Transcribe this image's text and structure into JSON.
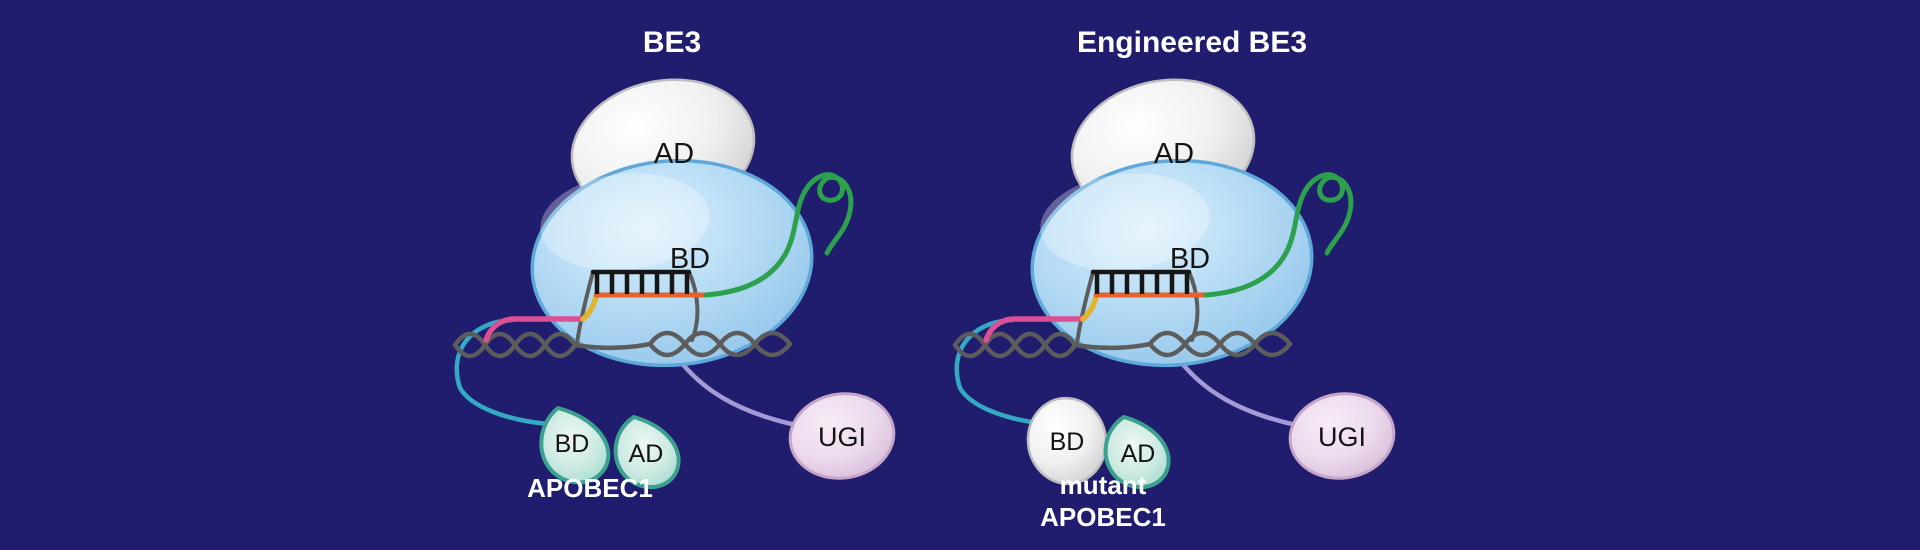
{
  "figure": {
    "description": "Base editor schematic comparing BE3 and Engineered BE3",
    "background_color": "#201c6e",
    "panels": [
      {
        "title": "BE3",
        "cas9_ad_label": "AD",
        "cas9_bd_label": "BD",
        "deaminase_bd_label": "BD",
        "deaminase_ad_label": "AD",
        "deaminase_name": "APOBEC1",
        "ugi_label": "UGI"
      },
      {
        "title": "Engineered BE3",
        "cas9_ad_label": "AD",
        "cas9_bd_label": "BD",
        "deaminase_bd_label": "BD",
        "deaminase_ad_label": "AD",
        "deaminase_name_line1": "mutant",
        "deaminase_name_line2": "APOBEC1",
        "ugi_label": "UGI"
      }
    ],
    "colors": {
      "background": "#201c6e",
      "cas9_body_blue": "#aed7f3",
      "ad_domain_gray": "#ececec",
      "sgrna_green": "#2ca04c",
      "rna_orange": "#e8622d",
      "dna_pink": "#dd4f93",
      "pam_yellow": "#e3b52f",
      "dna_gray": "#5c5c5c",
      "base_pair_black": "#161616",
      "apobec_teal": "#3ba08e",
      "linker_teal": "#35a8c4",
      "linker_purple": "#a39ad6",
      "ugi_pink": "#ecd9ed"
    }
  }
}
